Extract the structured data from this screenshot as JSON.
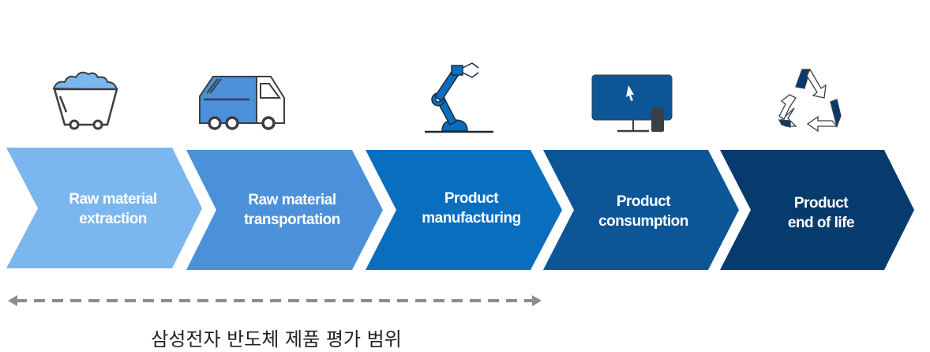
{
  "stages": [
    {
      "label_line1": "Raw material",
      "label_line2": "extraction",
      "color": "#7BB6EE",
      "icon": "mine-cart-icon"
    },
    {
      "label_line1": "Raw material",
      "label_line2": "transportation",
      "color": "#4A91DA",
      "icon": "truck-icon"
    },
    {
      "label_line1": "Product",
      "label_line2": "manufacturing",
      "color": "#0A6EBF",
      "icon": "robot-arm-icon"
    },
    {
      "label_line1": "Product",
      "label_line2": "consumption",
      "color": "#0C5697",
      "icon": "computer-icon"
    },
    {
      "label_line1": "Product",
      "label_line2": "end of life",
      "color": "#073A6D",
      "icon": "recycle-icon"
    }
  ],
  "scope": {
    "label": "삼성전자 반도체 제품 평가 범위",
    "arrow_color": "#8C8C8C"
  }
}
